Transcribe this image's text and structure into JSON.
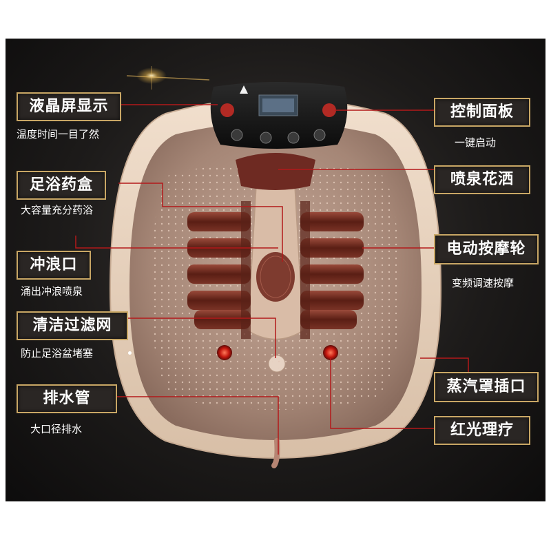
{
  "callouts": {
    "lcd": {
      "title": "液晶屏显示",
      "desc": "温度时间一目了然"
    },
    "control": {
      "title": "控制面板",
      "desc": "一键启动"
    },
    "medicine": {
      "title": "足浴药盒",
      "desc": "大容量充分药浴"
    },
    "fountain": {
      "title": "喷泉花洒",
      "desc": ""
    },
    "surf": {
      "title": "冲浪口",
      "desc": "涌出冲浪喷泉"
    },
    "massage": {
      "title": "电动按摩轮",
      "desc": "变频调速按摩"
    },
    "filter": {
      "title": "清洁过滤网",
      "desc": "防止足浴盆堵塞"
    },
    "steam": {
      "title": "蒸汽罩插口",
      "desc": ""
    },
    "drain": {
      "title": "排水管",
      "desc": "大口径排水"
    },
    "redlight": {
      "title": "红光理疗",
      "desc": ""
    }
  },
  "colors": {
    "label_border": "#c9a765",
    "callout_line": "#b3191a",
    "basin_rim": "#e9d2be",
    "basin_inner": "#a88978",
    "roller": "#6a2a1e"
  },
  "icons": [
    "warning-icon",
    "power-button-icon"
  ]
}
